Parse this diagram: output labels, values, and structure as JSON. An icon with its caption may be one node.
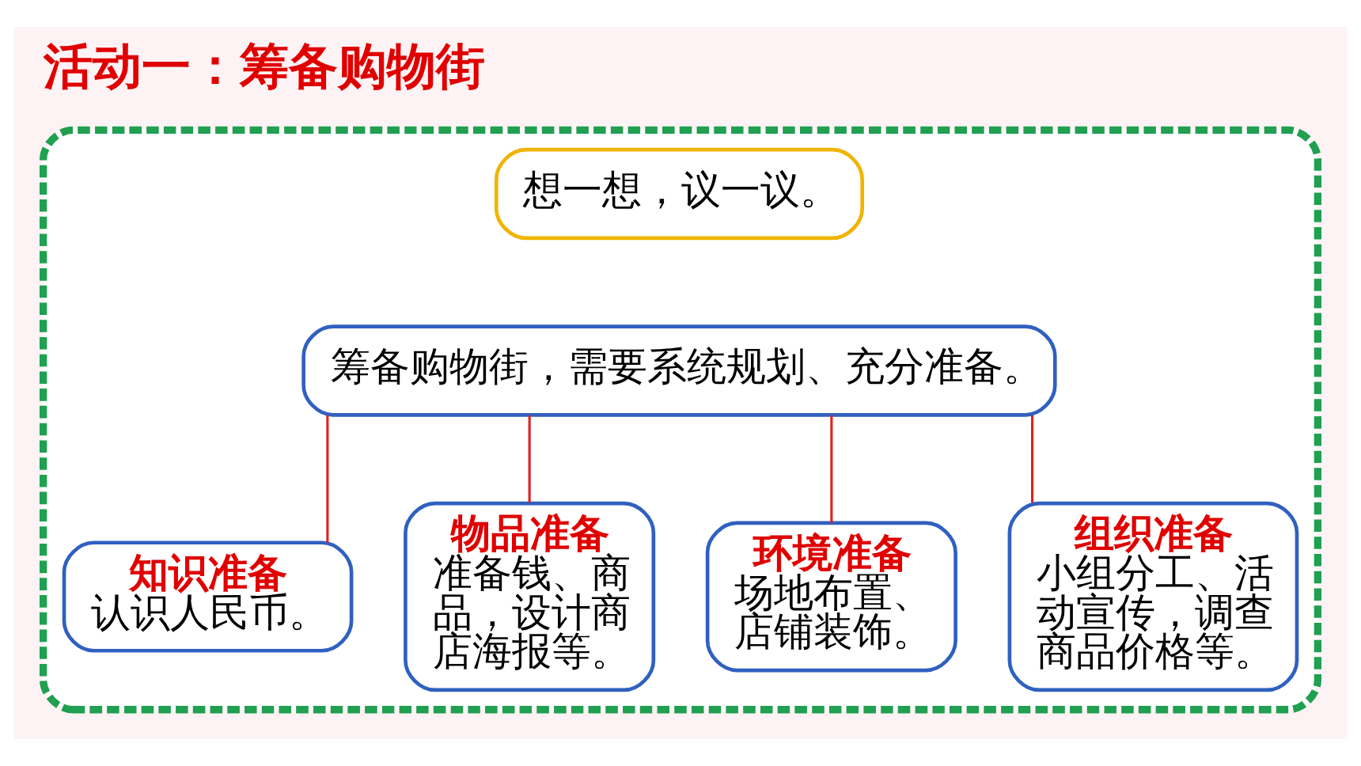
{
  "diagram": {
    "title": "活动一：筹备购物街",
    "nodes": [
      {
        "text": [],
        "shape": "box"
      },
      {
        "text": [
          "想一想，议一议。"
        ],
        "in": 0
      },
      {
        "text": [
          "筹备购物街，需要系统规划、充分准备。"
        ],
        "in": 0
      },
      {
        "text": [
          "知识准备",
          "认识人民币。"
        ],
        "in": 0
      },
      {
        "text": [
          "物品准备",
          "准备钱、商品，设计商店海报等。"
        ],
        "in": 0
      },
      {
        "text": [
          "环境准备",
          "场地布置、店铺装饰。"
        ],
        "in": 0
      },
      {
        "text": [
          "组织准备",
          "小组分工、活动宣传，调查商品价格等。"
        ],
        "in": 0
      }
    ],
    "edges": [
      {
        "from": 2,
        "to": 3,
        "arrow": "none"
      },
      {
        "from": 2,
        "to": 4,
        "arrow": "none"
      },
      {
        "from": 2,
        "to": 5,
        "arrow": "none"
      },
      {
        "from": 2,
        "to": 6,
        "arrow": "none"
      }
    ]
  }
}
